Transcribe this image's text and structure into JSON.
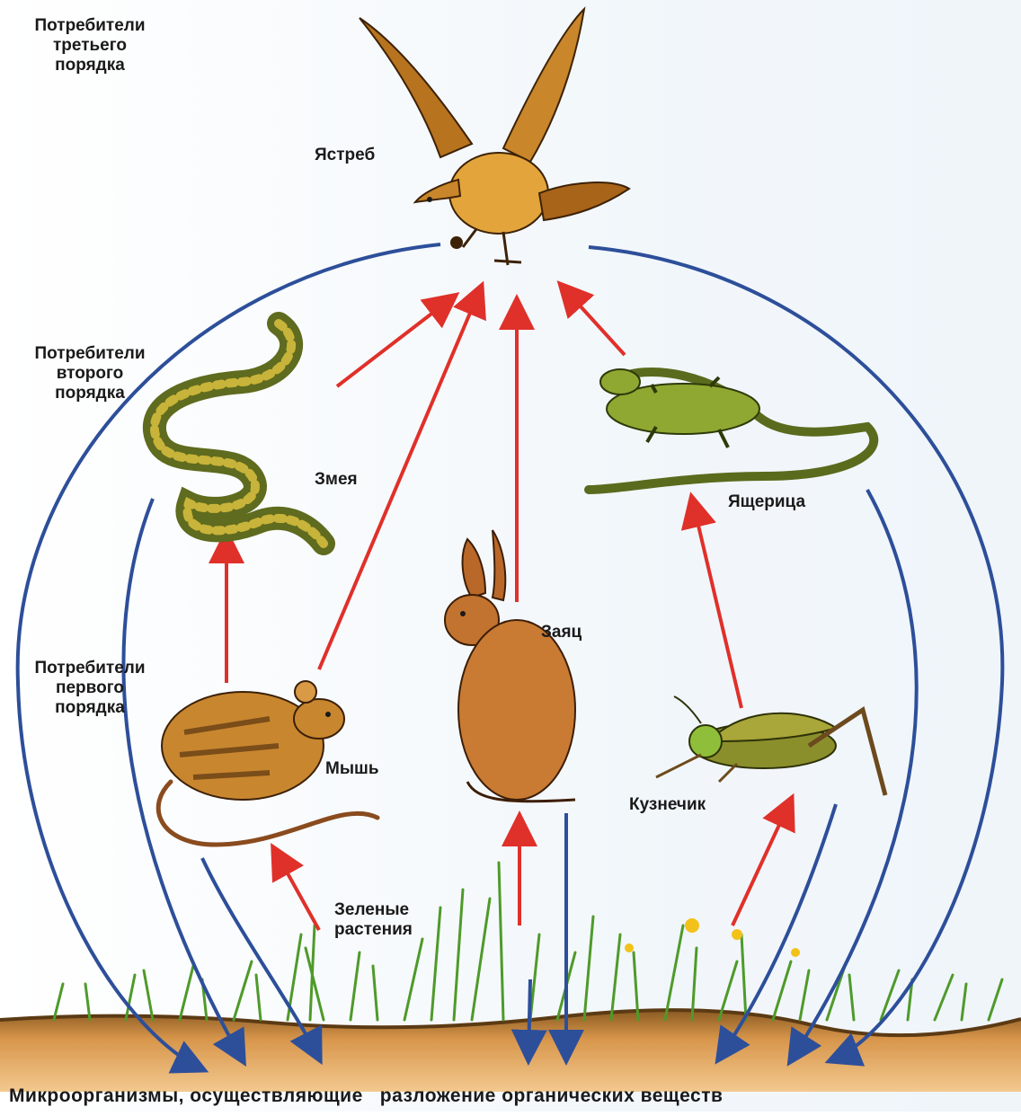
{
  "levels": {
    "tertiary": [
      "Потребители",
      "третьего",
      "порядка"
    ],
    "secondary": [
      "Потребители",
      "второго",
      "порядка"
    ],
    "primary": [
      "Потребители",
      "первого",
      "порядка"
    ]
  },
  "animals": {
    "hawk": "Ястреб",
    "snake": "Змея",
    "lizard": "Ящерица",
    "hare": "Заяц",
    "mouse": "Мышь",
    "grasshopper": "Кузнечик"
  },
  "producers": [
    "Зеленые",
    "растения"
  ],
  "decomposers": "Микроорганизмы, осуществляющие   разложение органических веществ",
  "colors": {
    "food_arrow": "#e0302a",
    "decomposition_arrow": "#2d4f9a",
    "soil": "#c98a3c",
    "grass": "#4f9a2a"
  }
}
